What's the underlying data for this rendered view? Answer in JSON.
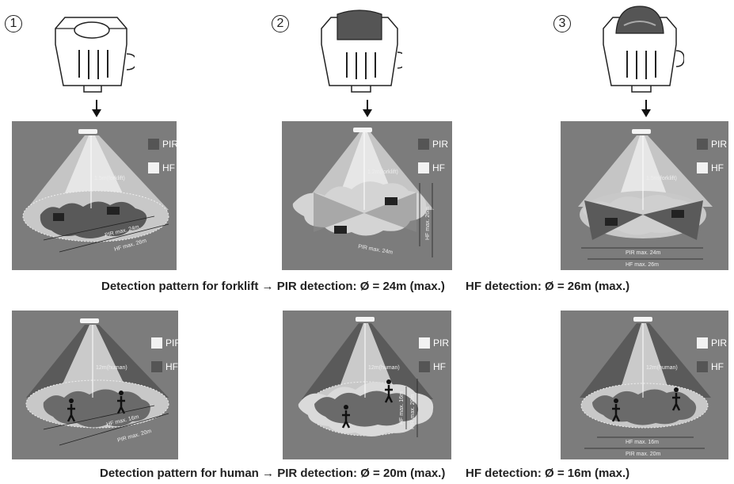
{
  "steps": [
    "1",
    "2",
    "3"
  ],
  "legend": {
    "pir": "PIR",
    "hf": "HF"
  },
  "forklift_panels": [
    {
      "height": "1.5m(forklift)",
      "dim1": "PIR max. 24m",
      "dim2": "HF max. 26m"
    },
    {
      "height": "1.2m(forklift)",
      "dim1": "PIR max. 24m",
      "dim2": "HF max. 26m"
    },
    {
      "height": "1.5m(forklift)",
      "dim1": "PIR max. 24m",
      "dim2": "HF max. 26m"
    }
  ],
  "human_panels": [
    {
      "height": "12m(human)",
      "dim1": "HF max. 16m",
      "dim2": "PIR max. 20m"
    },
    {
      "height": "12m(human)",
      "dim1": "HF max. 16m",
      "dim2": "PIR max. 20m"
    },
    {
      "height": "12m(human)",
      "dim1": "HF max. 16m",
      "dim2": "PIR max. 20m"
    }
  ],
  "captions": {
    "forklift_left": "Detection pattern for forklift",
    "forklift_pir": "PIR detection: Ø = 24m (max.)",
    "forklift_hf": "HF detection: Ø = 26m (max.)",
    "human_left": "Detection pattern for human",
    "human_pir": "PIR detection: Ø = 20m (max.)",
    "human_hf": "HF detection: Ø = 16m (max.)"
  },
  "colors": {
    "panel_bg": "#7c7c7c",
    "dark": "#555555",
    "light": "#c8c8c8",
    "pir_row1": "#555555",
    "hf_row1": "#f2f2f2"
  }
}
